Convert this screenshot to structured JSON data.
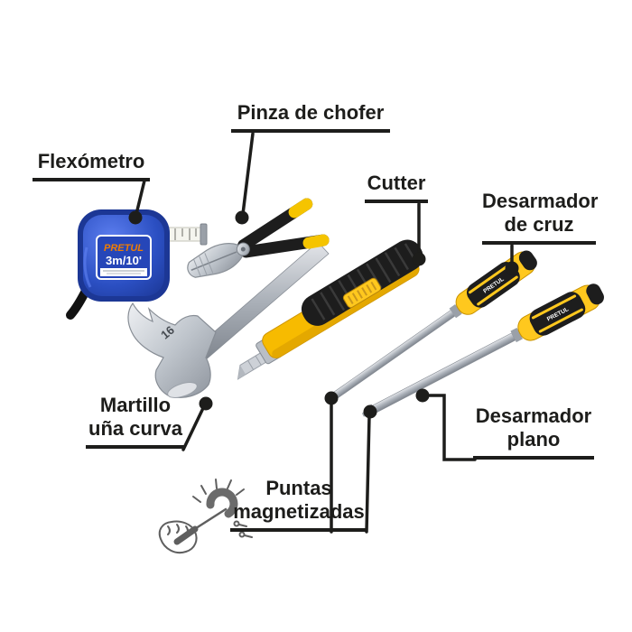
{
  "page": {
    "background": "#ffffff"
  },
  "labels": {
    "flexometro": {
      "lines": [
        "Flexómetro"
      ]
    },
    "pinza": {
      "lines": [
        "Pinza de chofer"
      ]
    },
    "cutter": {
      "lines": [
        "Cutter"
      ]
    },
    "desarmador_cruz": {
      "lines": [
        "Desarmador",
        "de cruz"
      ]
    },
    "martillo": {
      "lines": [
        "Martillo",
        "uña curva"
      ]
    },
    "desarmador_plano": {
      "lines": [
        "Desarmador",
        "plano"
      ]
    },
    "puntas": {
      "lines": [
        "Puntas",
        "magnetizadas"
      ]
    }
  },
  "products": {
    "tape_measure": {
      "brand": "PRETUL",
      "size": "3m/10'"
    },
    "hammer": {
      "size": "16"
    },
    "screwdriver_cross": {
      "brand": "PRETUL"
    },
    "screwdriver_flat": {
      "brand": "PRETUL"
    }
  },
  "colors": {
    "callout_line": "#1d1d1b",
    "tape_blue": "#2b4fc2",
    "pretul_orange": "#f07d00",
    "tool_yellow": "#f7bb00",
    "grip_black": "#1d1d1d",
    "chrome": "#c9cdd3",
    "sketch_gray": "#5f5f5f"
  },
  "icons": {
    "magnet_sketch": "magnet-attracting-screws"
  }
}
